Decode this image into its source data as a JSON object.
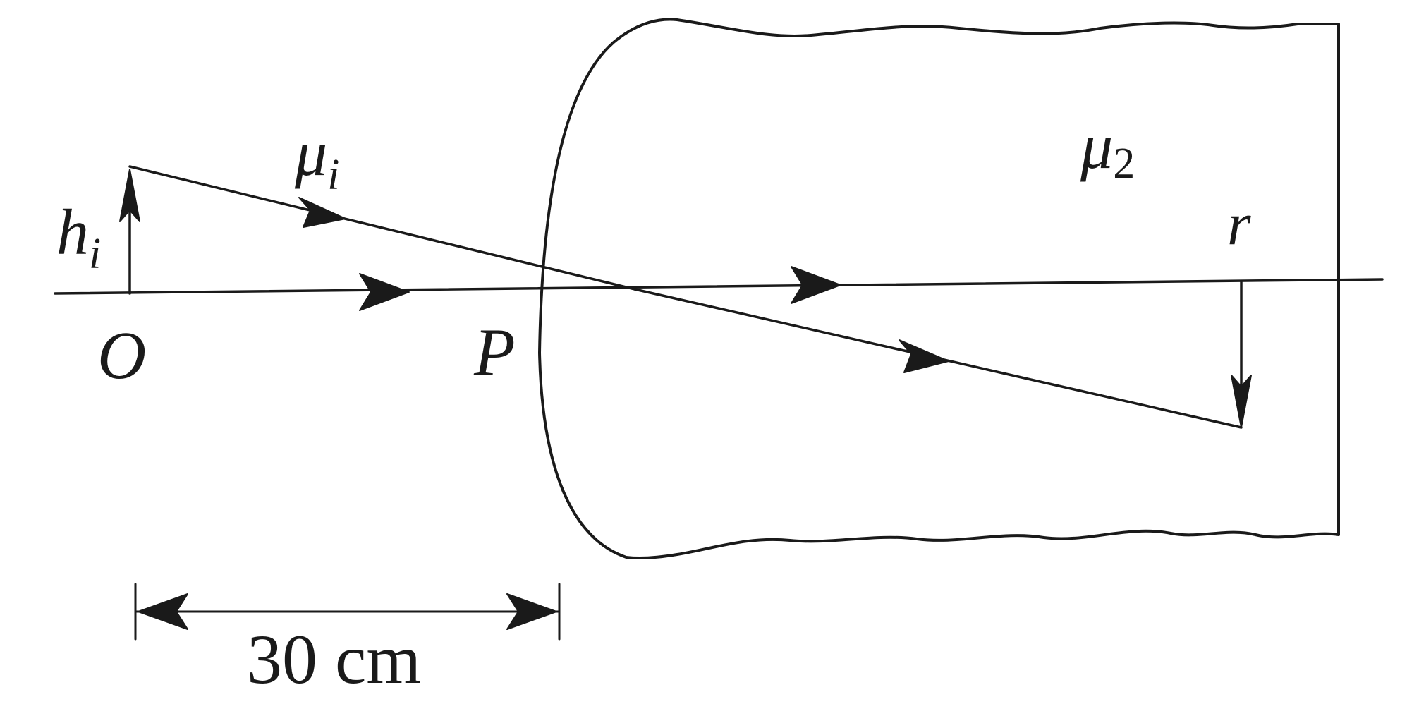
{
  "labels": {
    "medium_1": "μ",
    "medium_1_sub": "i",
    "medium_2": "μ",
    "medium_2_sub": "2",
    "object_height": "h",
    "object_height_sub": "i",
    "radius": "r",
    "object_point": "O",
    "pole": "P",
    "distance": "30 cm"
  },
  "colors": {
    "ink": "#1a1a1a",
    "background": "#ffffff"
  }
}
